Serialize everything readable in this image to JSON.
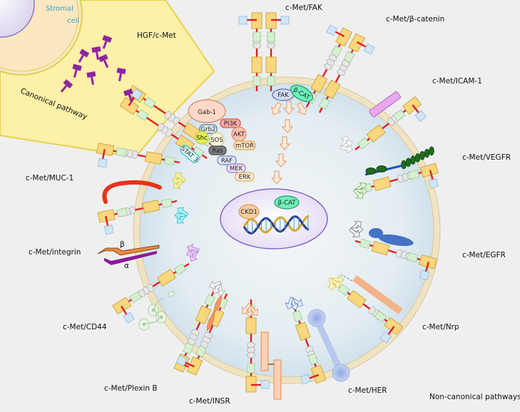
{
  "diagram": {
    "title": "HGF/c-Met canonical and non-canonical pathways",
    "stromal_cell": {
      "line1": "Stromal",
      "line2": "cell"
    },
    "canonical": {
      "label": "Canonical pathway",
      "pathway_label": "HGF/c-Met",
      "ligand": "HGF",
      "adaptors": [
        "Gab-1",
        "Grb2",
        "Shc",
        "SOS",
        "STAT 3",
        "PI3K",
        "AKT",
        "mTOR",
        "Ras",
        "RAF",
        "MEK",
        "ERK"
      ]
    },
    "non_canonical": {
      "label": "Non-canonical pathways",
      "pathways": [
        {
          "id": "fak",
          "label": "c-Met/FAK"
        },
        {
          "id": "bcat",
          "label": "c-Met/β-catenin"
        },
        {
          "id": "icam",
          "label": "c-Met/ICAM-1"
        },
        {
          "id": "vegfr",
          "label": "c-Met/VEGFR"
        },
        {
          "id": "egfr",
          "label": "c-Met/EGFR"
        },
        {
          "id": "nrp",
          "label": "c-Met/Nrp"
        },
        {
          "id": "her",
          "label": "c-Met/HER"
        },
        {
          "id": "insr",
          "label": "c-Met/INSR"
        },
        {
          "id": "plexin",
          "label": "c-Met/Plexin B"
        },
        {
          "id": "cd44",
          "label": "c-Met/CD44"
        },
        {
          "id": "integrin",
          "label": "c-Met/integrin"
        },
        {
          "id": "muc1",
          "label": "c-Met/MUC-1"
        }
      ]
    },
    "cytoplasm_molecules": {
      "fak": "FAK",
      "bcat": "β-CAT"
    },
    "nucleus": {
      "ckd1": "CKD1",
      "bcat": "β-CAT"
    },
    "integrin_subunits": {
      "beta": "β",
      "alpha": "α"
    },
    "colors": {
      "background": "#efefef",
      "stromal_region": "#fdf0a8",
      "membrane": "#efe3c2",
      "cytoplasm": "#dbe8f2",
      "nucleus": "#ece6f7",
      "nucleus_border": "#8866cc",
      "receptor_box": "#f9d77e",
      "receptor_green": "#d6efd2",
      "receptor_blue": "#d0e6f7",
      "linker": "#e02020",
      "hgf": "#8e24a0"
    }
  }
}
